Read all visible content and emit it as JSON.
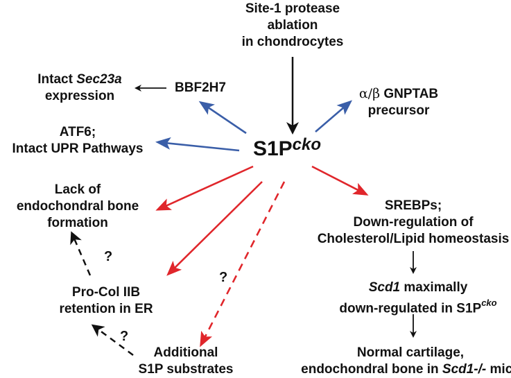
{
  "colors": {
    "black": "#111111",
    "blue": "#3a5ea8",
    "red": "#e0262b"
  },
  "hub": {
    "main": "S1P",
    "sup": "cko"
  },
  "nodes": {
    "ablation": {
      "l1": "Site-1 protease",
      "l2": "ablation",
      "l3": "in chondrocytes"
    },
    "bbf": "BBF2H7",
    "sec23a": {
      "pre": "Intact ",
      "ital": "Sec23a",
      "l2": "expression"
    },
    "gnptab": {
      "greek": "α/β",
      "rest": " GNPTAB",
      "l2": "precursor"
    },
    "atf6": {
      "l1": "ATF6;",
      "l2": "Intact UPR Pathways"
    },
    "lack": {
      "l1": "Lack of",
      "l2": "endochondral bone",
      "l3": "formation"
    },
    "procol": {
      "l1": "Pro-Col IIB",
      "l2": "retention in ER"
    },
    "additional": {
      "l1": "Additional",
      "l2": "S1P substrates"
    },
    "srebp": {
      "l1": "SREBPs;",
      "l2": "Down-regulation of",
      "l3": "Cholesterol/Lipid homeostasis"
    },
    "scd1": {
      "ital": "Scd1",
      "rest": " maximally",
      "l2": "down-regulated in S1P",
      "l2sup": "cko"
    },
    "normal": {
      "l1": "Normal cartilage,",
      "l2pre": "endochondral bone in ",
      "l2ital": "Scd1-/-",
      "l2post": " mice"
    }
  },
  "question_marks": [
    "?",
    "?",
    "?"
  ]
}
